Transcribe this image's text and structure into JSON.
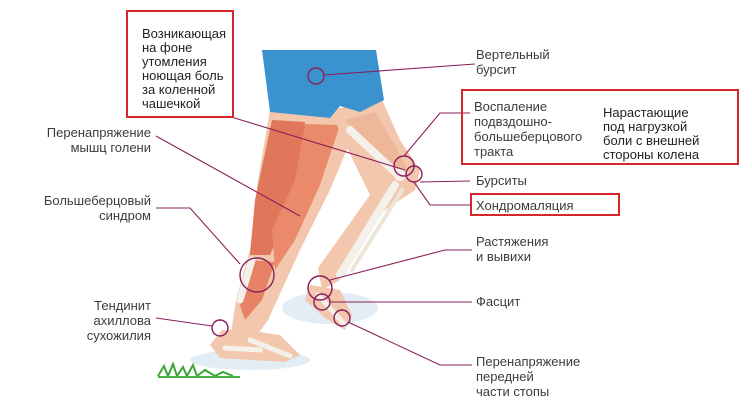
{
  "labels": {
    "hip_bursitis": "Вертельный\nбурсит",
    "itb_inflammation": "Воспаление\nподвздошно-\nбольшеберцового\nтракта",
    "bursitis": "Бурситы",
    "chondromalacia": "Хондромаляция",
    "sprains": "Растяжения\nи вывихи",
    "fasciitis": "Фасцит",
    "forefoot_overload": "Перенапряжение\nпередней\nчасти стопы",
    "shin_overload": "Перенапряжение\nмышц голени",
    "tibial_syndrome": "Большеберцовый\nсиндром",
    "achilles": "Тендинит\nахиллова\nсухожилия"
  },
  "annotations": {
    "fatigue_pain": "Возникающая\nна фоне\nутомления\nноющая боль\nза коленной\nчашечкой",
    "outer_knee_pain": "Нарастающие\nпод нагрузкой\nболи с внешней\nстороны колена"
  },
  "colors": {
    "leader_line": "#8b1e5c",
    "highlight_box": "#d8262c",
    "shorts": "#3a93cf",
    "skin": "#f3c7ae",
    "muscle": "#e0765a",
    "bone": "#f4f1ea"
  }
}
